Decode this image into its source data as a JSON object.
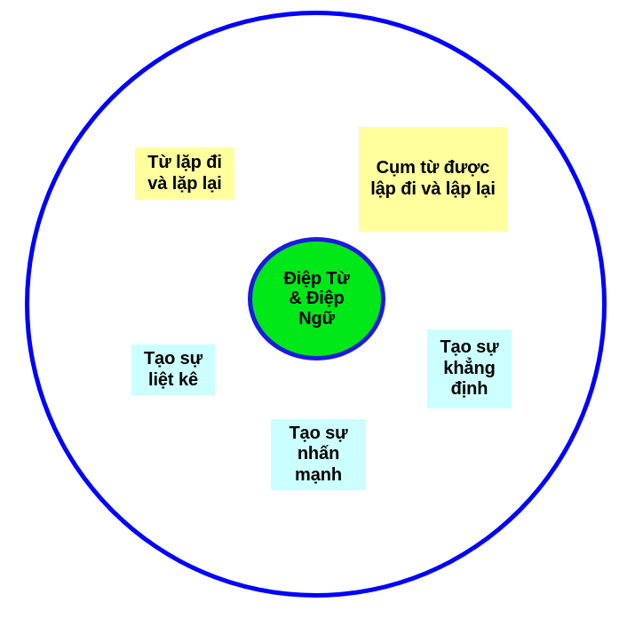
{
  "diagram": {
    "title": "Điệp Từ & Điệp Ngữ",
    "colors": {
      "outer_circle_border": "#0000FF",
      "center_fill": "#00E817",
      "center_border": "#1A1AE0",
      "note_yellow": "#FFFF9E",
      "note_cyan": "#CCFFFF",
      "text": "#000000",
      "background": "#FFFFFF"
    },
    "center": {
      "label": "Điệp Từ\n& Điệp\nNgữ"
    },
    "notes": [
      {
        "id": "tu-lap",
        "label": "Từ lặp đi\nvà lặp lại",
        "color": "yellow"
      },
      {
        "id": "cum-tu",
        "label": "Cụm từ được\nlập đi và lập lại",
        "color": "yellow"
      },
      {
        "id": "liet-ke",
        "label": "Tạo sự\nliệt kê",
        "color": "cyan"
      },
      {
        "id": "khang-dinh",
        "label": "Tạo sự\nkhẳng\nđịnh",
        "color": "cyan"
      },
      {
        "id": "nhan-manh",
        "label": "Tạo sự\nnhấn\nmạnh",
        "color": "cyan"
      }
    ]
  }
}
